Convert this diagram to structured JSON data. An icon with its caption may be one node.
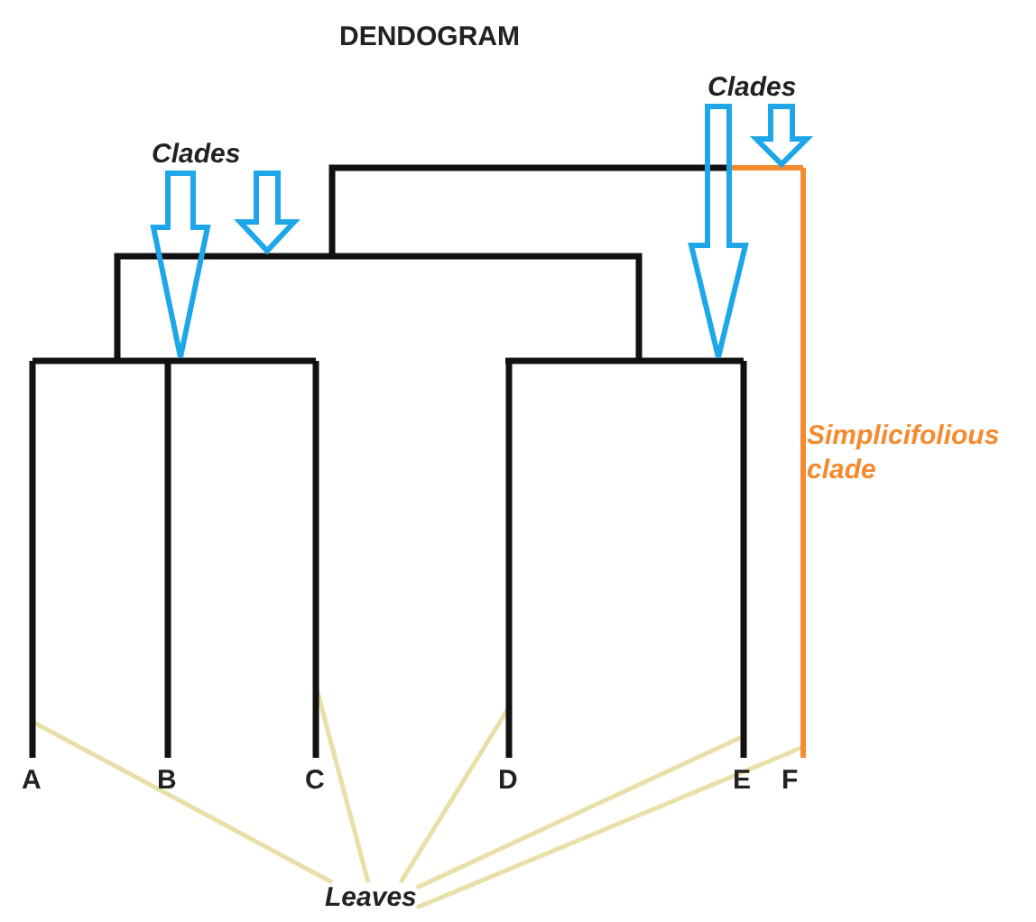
{
  "diagram": {
    "title": "DENDOGRAM",
    "nodes": [
      {
        "text": [
          "Clades"
        ]
      },
      {
        "text": [
          "Clades"
        ]
      },
      {
        "text": [
          "A"
        ]
      },
      {
        "text": [
          "B"
        ]
      },
      {
        "text": [
          "C"
        ]
      },
      {
        "text": [
          "D"
        ]
      },
      {
        "text": [
          "E"
        ]
      },
      {
        "text": [
          "F"
        ]
      },
      {
        "text": [
          "Leaves"
        ]
      }
    ],
    "edges": [
      {
        "from": 0,
        "to": null,
        "arrow": "to",
        "style": "thick",
        "color": "#1ea7e8"
      },
      {
        "from": 0,
        "to": null,
        "arrow": "to",
        "style": "thick",
        "color": "#1ea7e8"
      },
      {
        "from": 1,
        "to": null,
        "arrow": "to",
        "style": "thick",
        "color": "#1ea7e8"
      },
      {
        "from": 1,
        "to": null,
        "arrow": "to",
        "style": "thick",
        "color": "#1ea7e8"
      },
      {
        "from": 8,
        "to": 2,
        "arrow": "none",
        "color": "#e9dfa8"
      },
      {
        "from": 8,
        "to": 4,
        "arrow": "none",
        "color": "#e9dfa8"
      },
      {
        "from": 8,
        "to": 5,
        "arrow": "none",
        "color": "#e9dfa8"
      },
      {
        "from": 8,
        "to": 6,
        "arrow": "none",
        "color": "#e9dfa8"
      },
      {
        "from": 8,
        "to": 7,
        "arrow": "none",
        "color": "#e9dfa8"
      }
    ],
    "labels": [
      "Simplicifolious clade"
    ]
  }
}
